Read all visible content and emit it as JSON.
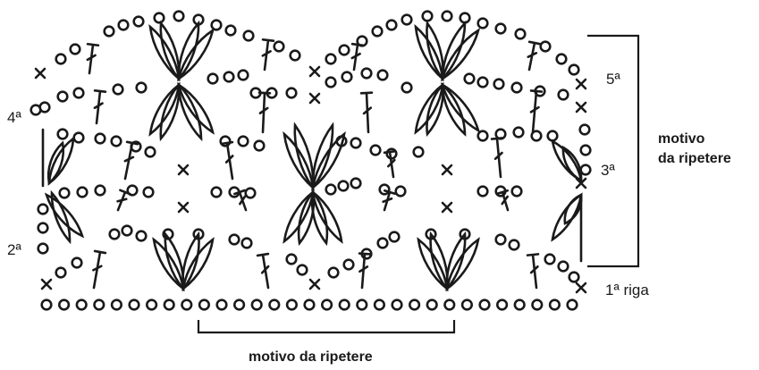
{
  "row_labels": {
    "row1": "1ª riga",
    "row2": "2ª",
    "row3": "3ª",
    "row4": "4ª",
    "row5": "5ª"
  },
  "repeat_labels": {
    "horizontal": "motivo da ripetere",
    "vertical_line1": "motivo",
    "vertical_line2": "da ripetere"
  },
  "colors": {
    "ink": "#1a1a1a",
    "background": "#ffffff"
  },
  "symbols": [
    "chain-stitch",
    "single-crochet-x",
    "double-crochet-stitch",
    "cluster-petal"
  ]
}
